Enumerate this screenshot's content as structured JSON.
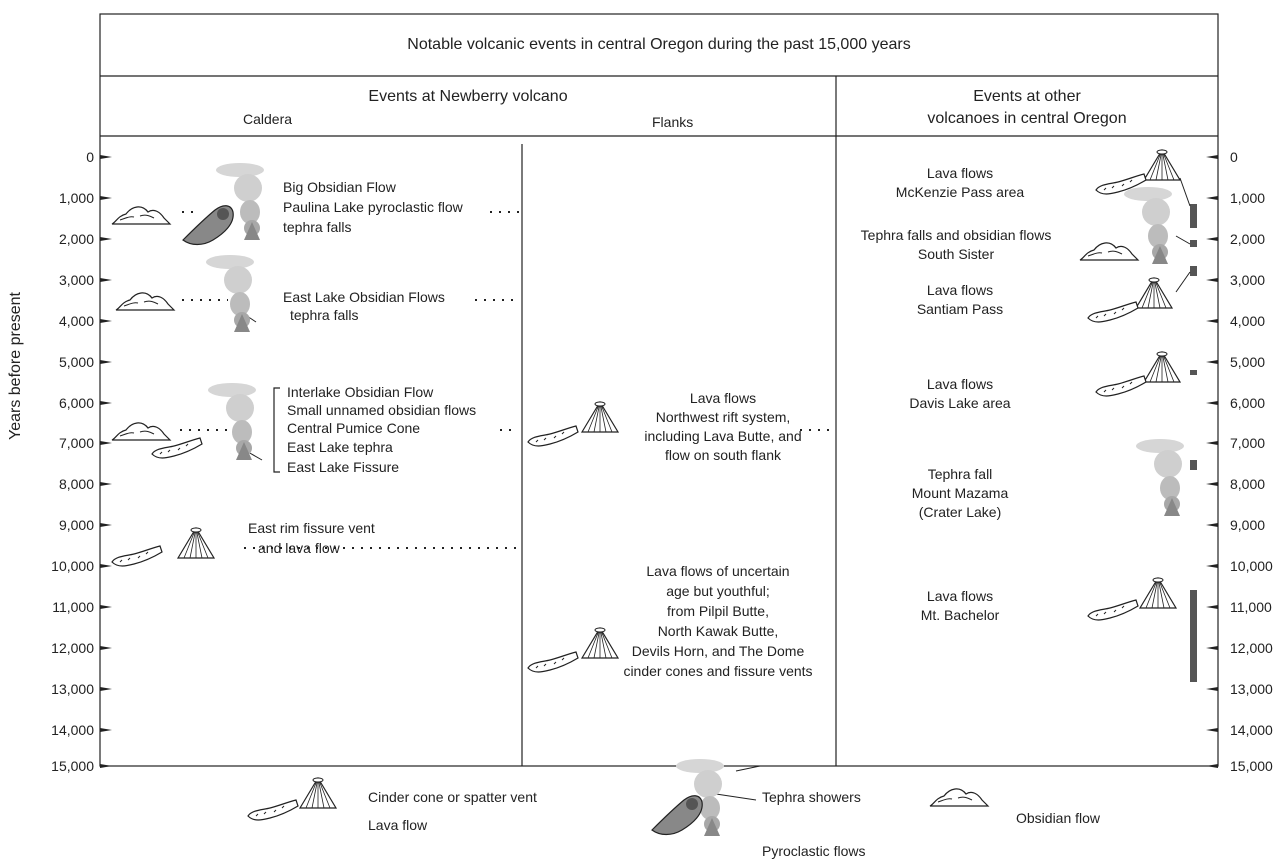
{
  "title": "Notable volcanic events in central Oregon during the past 15,000 years",
  "headers": {
    "newberry": "Events at Newberry volcano",
    "caldera": "Caldera",
    "flanks": "Flanks",
    "other_line1": "Events at other",
    "other_line2": "volcanoes in central Oregon"
  },
  "y_axis_label": "Years before present",
  "ticks": [
    "0",
    "1,000",
    "2,000",
    "3,000",
    "4,000",
    "5,000",
    "6,000",
    "7,000",
    "8,000",
    "9,000",
    "10,000",
    "11,000",
    "12,000",
    "13,000",
    "14,000",
    "15,000"
  ],
  "caldera_events": {
    "big_obsidian": [
      "Big Obsidian Flow",
      "Paulina Lake pyroclastic flow",
      "tephra falls"
    ],
    "east_lake": [
      "East Lake Obsidian Flows",
      "tephra falls"
    ],
    "interlake": [
      "Interlake Obsidian Flow",
      "Small unnamed obsidian flows",
      "Central Pumice Cone",
      "East Lake tephra",
      "East Lake Fissure"
    ],
    "east_rim": [
      "East rim fissure vent",
      "and lava flow"
    ]
  },
  "flank_events": {
    "northwest_rift": [
      "Lava flows",
      "Northwest rift system,",
      "including Lava Butte, and",
      "flow on south flank"
    ],
    "uncertain": [
      "Lava flows of uncertain",
      "age but youthful;",
      "from Pilpil Butte,",
      "North Kawak Butte,",
      "Devils Horn, and The Dome",
      "cinder cones and fissure vents"
    ]
  },
  "other_events": {
    "mckenzie": [
      "Lava flows",
      "McKenzie Pass area"
    ],
    "south_sister": [
      "Tephra falls and obsidian flows",
      "South Sister"
    ],
    "santiam": [
      "Lava flows",
      "Santiam Pass"
    ],
    "davis": [
      "Lava flows",
      "Davis Lake area"
    ],
    "mazama": [
      "Tephra fall",
      "Mount Mazama",
      "(Crater Lake)"
    ],
    "bachelor": [
      "Lava flows",
      "Mt. Bachelor"
    ]
  },
  "legend": {
    "cinder": "Cinder cone or spatter vent",
    "lava": "Lava flow",
    "tephra": "Tephra showers",
    "pyroclastic": "Pyroclastic flows",
    "obsidian": "Obsidian flow"
  },
  "colors": {
    "line": "#222222",
    "bar": "#555555",
    "smoke": "#c4c4c4"
  }
}
